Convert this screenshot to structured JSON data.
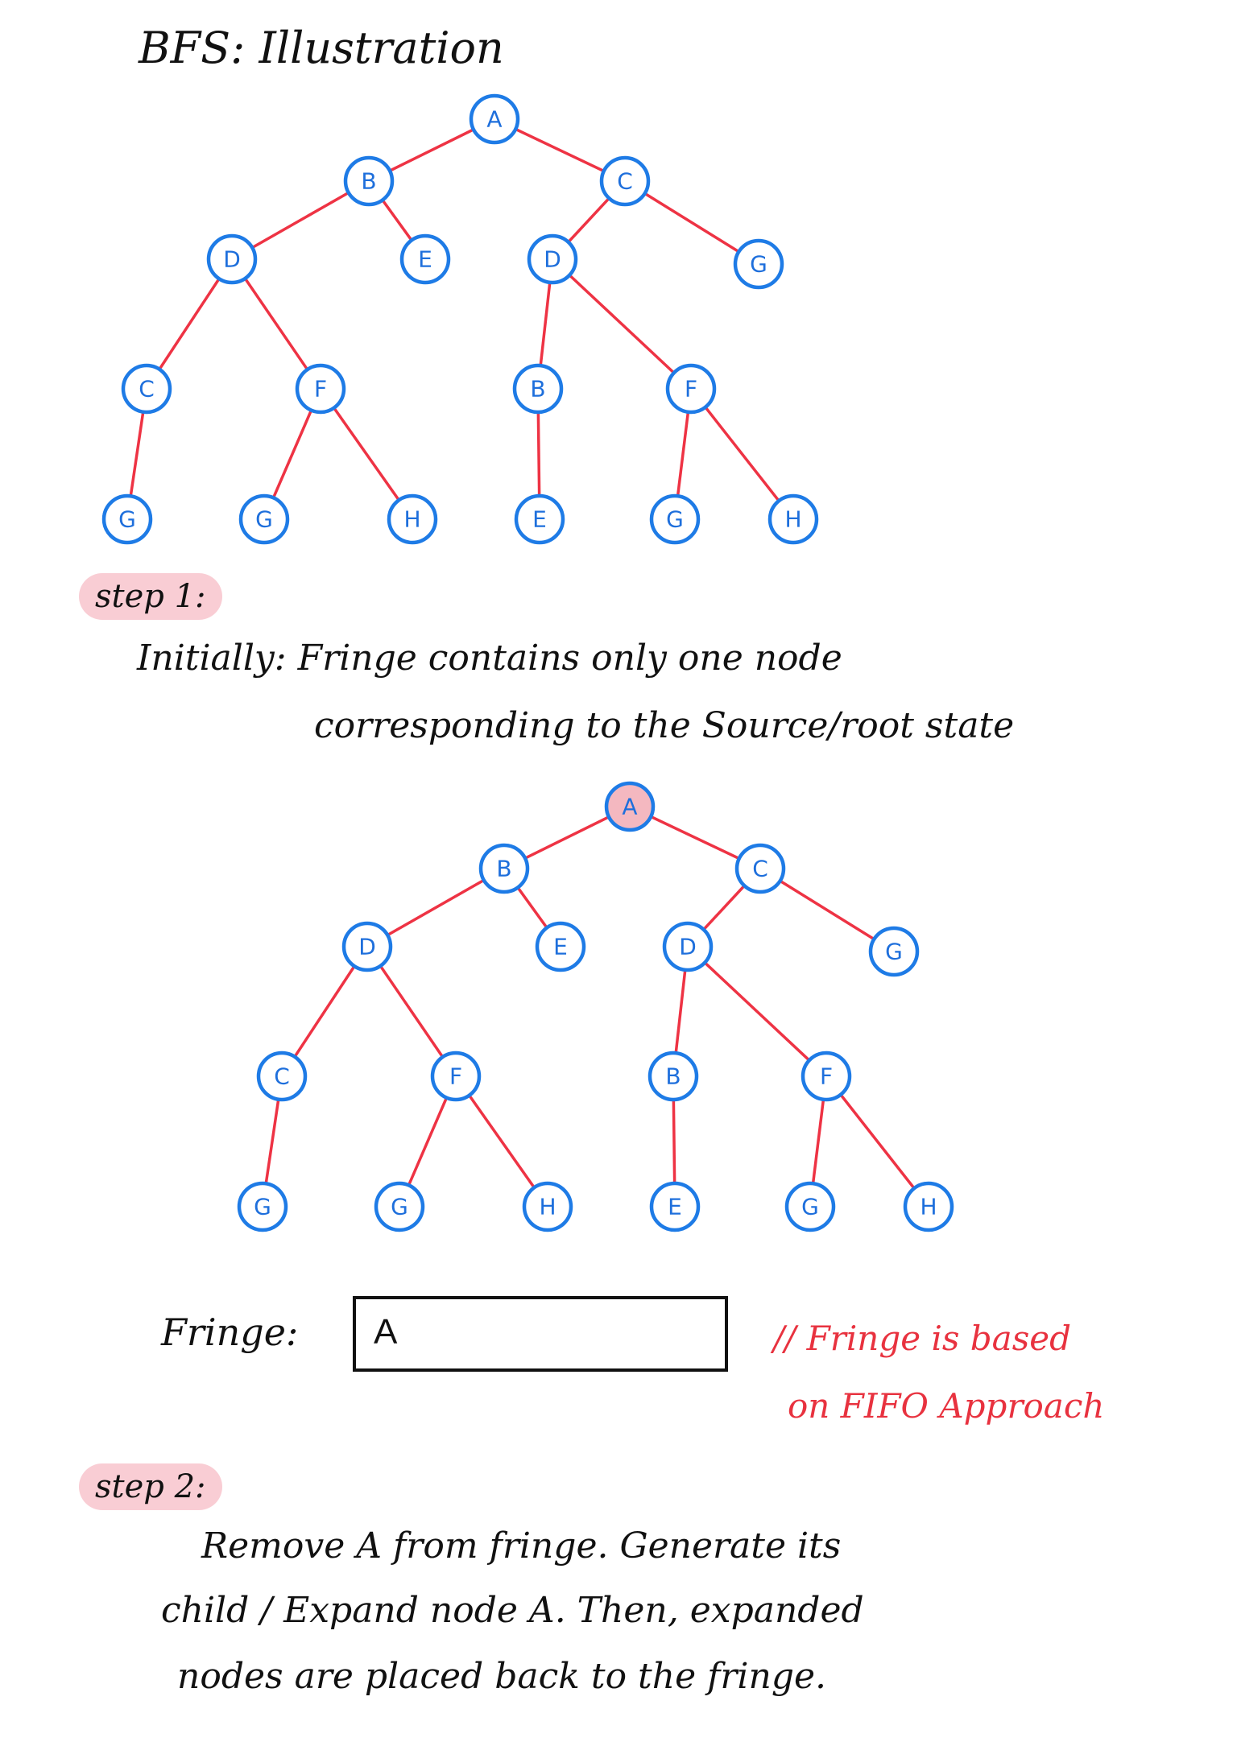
{
  "title": "BFS: Illustration",
  "step1": {
    "label": "step 1:",
    "line1": "Initially: Fringe contains only one node",
    "line2": "corresponding to the Source/root state"
  },
  "fringe": {
    "label": "Fringe:",
    "value": "A",
    "note_line1": "// Fringe is based",
    "note_line2": "on FIFO Approach"
  },
  "step2": {
    "label": "step 2:",
    "line1": "Remove A from fringe. Generate its",
    "line2": "child / Expand node A. Then, expanded",
    "line3": "nodes are placed back to the fringe."
  },
  "colors": {
    "edge": "#ee3344",
    "node_stroke": "#1e7be6",
    "node_label": "#1e6fdc",
    "highlight_fill": "#f4b8c0",
    "step_highlight": "#f4a4b0",
    "note": "#e8323f"
  },
  "tree": {
    "nodes": [
      {
        "id": "n0",
        "label": "A"
      },
      {
        "id": "n1",
        "label": "B"
      },
      {
        "id": "n2",
        "label": "C"
      },
      {
        "id": "n3",
        "label": "D"
      },
      {
        "id": "n4",
        "label": "E"
      },
      {
        "id": "n5",
        "label": "D"
      },
      {
        "id": "n6",
        "label": "G"
      },
      {
        "id": "n7",
        "label": "C"
      },
      {
        "id": "n8",
        "label": "F"
      },
      {
        "id": "n9",
        "label": "B"
      },
      {
        "id": "n10",
        "label": "F"
      },
      {
        "id": "n11",
        "label": "G"
      },
      {
        "id": "n12",
        "label": "G"
      },
      {
        "id": "n13",
        "label": "H"
      },
      {
        "id": "n14",
        "label": "E"
      },
      {
        "id": "n15",
        "label": "G"
      },
      {
        "id": "n16",
        "label": "H"
      }
    ],
    "edges": [
      [
        "n0",
        "n1"
      ],
      [
        "n0",
        "n2"
      ],
      [
        "n1",
        "n3"
      ],
      [
        "n1",
        "n4"
      ],
      [
        "n2",
        "n5"
      ],
      [
        "n2",
        "n6"
      ],
      [
        "n3",
        "n7"
      ],
      [
        "n3",
        "n8"
      ],
      [
        "n5",
        "n9"
      ],
      [
        "n5",
        "n10"
      ],
      [
        "n7",
        "n11"
      ],
      [
        "n8",
        "n12"
      ],
      [
        "n8",
        "n13"
      ],
      [
        "n9",
        "n14"
      ],
      [
        "n10",
        "n15"
      ],
      [
        "n10",
        "n16"
      ]
    ]
  },
  "highlighted_in_tree2": [
    "n0"
  ]
}
